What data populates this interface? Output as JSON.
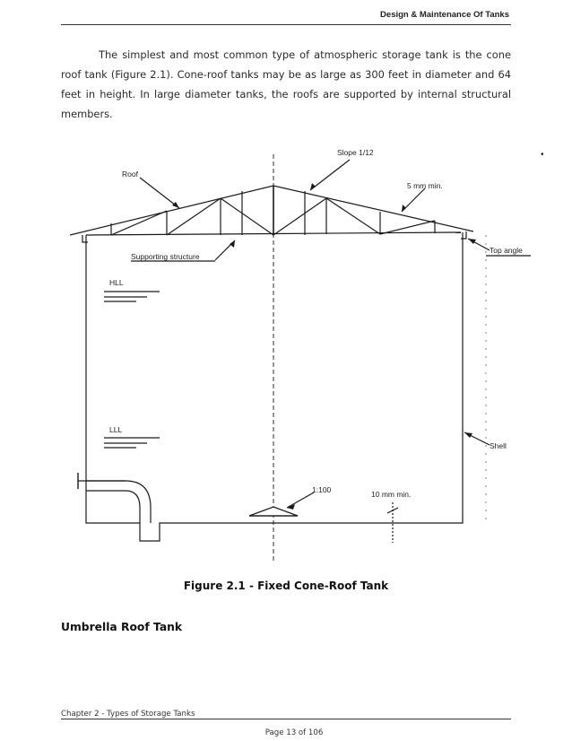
{
  "header": {
    "title": "Design & Maintenance Of Tanks"
  },
  "body": {
    "paragraph": "The simplest and most common type of atmospheric storage tank is the cone roof tank (Figure 2.1). Cone-roof tanks may be as large as 300 feet in diameter and 64 feet in height. In large diameter tanks, the roofs are supported by internal structural members."
  },
  "figure": {
    "labels": {
      "slope": "Slope 1/12",
      "roof": "Roof",
      "min_5mm": "5 mm min.",
      "supporting_structure": "Supporting structure",
      "top_angle": "Top angle",
      "hll": "HLL",
      "lll": "LLL",
      "shell": "Shell",
      "ratio": "1:100",
      "min_10mm": "10 mm min."
    },
    "caption": "Figure 2.1 - Fixed Cone-Roof Tank"
  },
  "section": {
    "heading": "Umbrella Roof Tank"
  },
  "footer": {
    "chapter": "Chapter 2 - Types of Storage Tanks",
    "page": "Page 13 of 106"
  }
}
